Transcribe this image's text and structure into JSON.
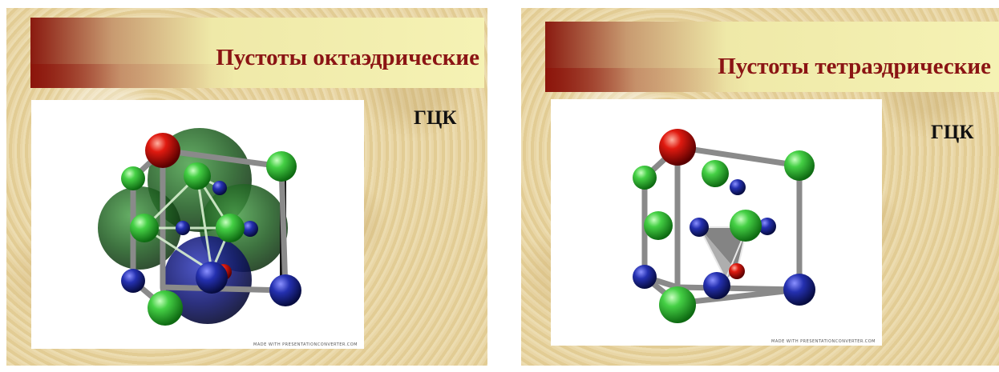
{
  "slides": [
    {
      "title": "Пустоты октаэдрические",
      "label": "ГЦК",
      "watermark": "MADE WITH PRESENTATIONCONVERTER.COM"
    },
    {
      "title": "Пустоты тетраэдрические",
      "label": "ГЦК",
      "watermark": "MADE WITH PRESENTATIONCONVERTER.COM"
    }
  ],
  "colors": {
    "title": "#8b1414",
    "atom_green": "#3fcf3f",
    "atom_blue": "#1f2aa0",
    "atom_red": "#d01010",
    "bond": "#8a8a8a"
  }
}
